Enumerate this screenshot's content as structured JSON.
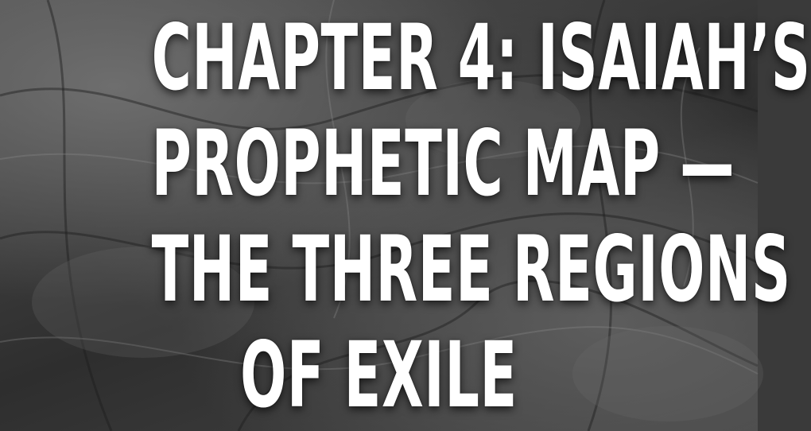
{
  "title_lines": [
    "CHAPTER 4: ISAIAH’S",
    "PROPHETIC MAP —",
    "THE THREE REGIONS",
    "OF EXILE"
  ],
  "background": {
    "style": "dark grayscale sketch texture",
    "base_color": "#3a3a3a"
  },
  "colors": {
    "text": "#ffffff"
  }
}
